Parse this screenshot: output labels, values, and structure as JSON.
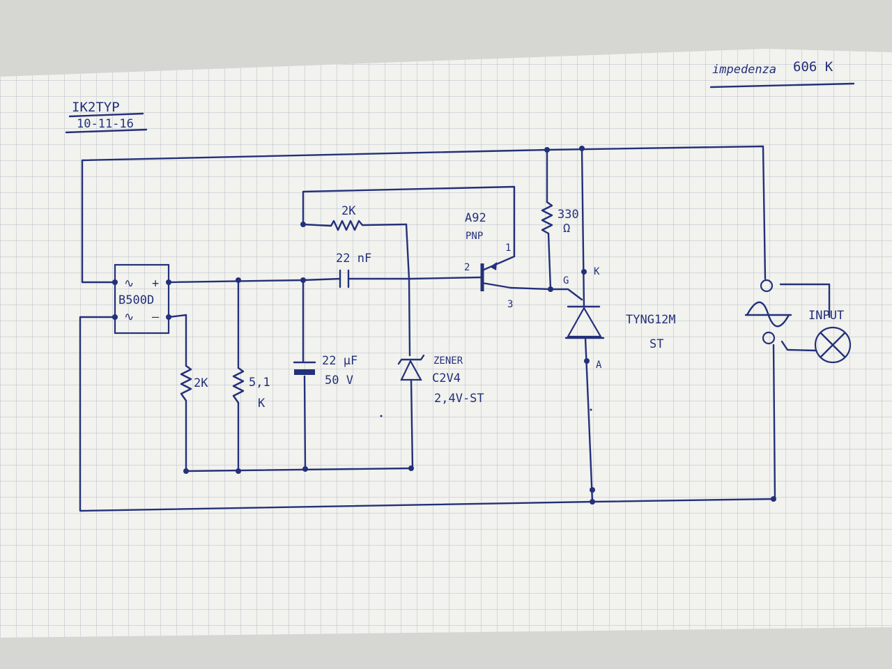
{
  "header": {
    "author": "IK2TYP",
    "date": "10-11-16",
    "impedance_label": "impedenza",
    "impedance_value": "606 K"
  },
  "bridge": {
    "name": "B500D",
    "ac_symbol": "∿",
    "plus": "+",
    "minus": "–"
  },
  "resistors": {
    "r_left": "2K",
    "r_mid_line1": "5,1",
    "r_mid_line2": "K",
    "r_feedback": "2K",
    "r_gate_line1": "330",
    "r_gate_line2": "Ω"
  },
  "capacitors": {
    "c_coupling": "22 nF",
    "c_electrolytic_line1": "22 µF",
    "c_electrolytic_line2": "50 V"
  },
  "zener": {
    "line1": "ZENER",
    "line2": "C2V4",
    "line3": "2,4V-ST"
  },
  "transistor": {
    "model": "A92",
    "type": "PNP",
    "pin1": "1",
    "pin2": "2",
    "pin3": "3"
  },
  "thyristor": {
    "model_line1": "TYNG12M",
    "model_line2": "ST",
    "gate": "G",
    "cathode": "K",
    "anode": "A"
  },
  "ac_source": {
    "symbol": "∿",
    "input_label": "INPUT"
  },
  "colors": {
    "ink": "#23307a",
    "paper": "#f2f2ee",
    "grid": "#b7bcc8"
  }
}
